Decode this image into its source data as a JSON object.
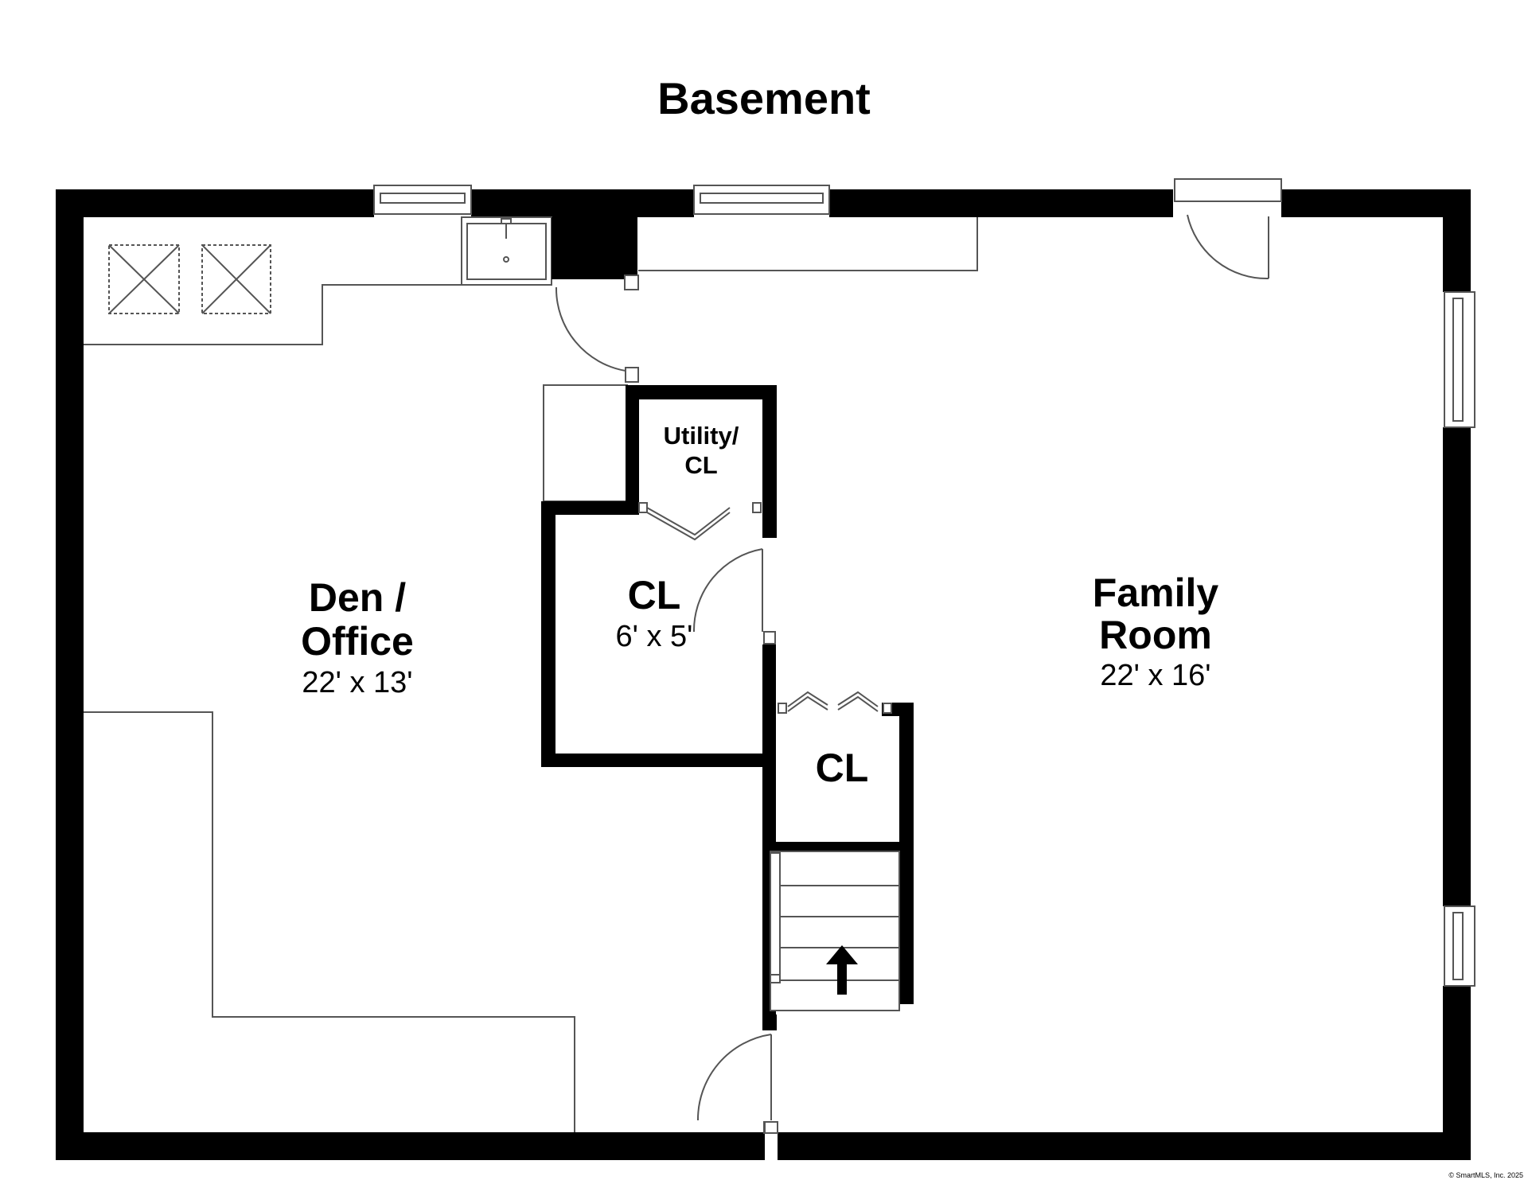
{
  "title": "Basement",
  "rooms": {
    "den": {
      "name1": "Den /",
      "name2": "Office",
      "dims": "22' x 13'"
    },
    "closet_main": {
      "name": "CL",
      "dims": "6' x 5'"
    },
    "family": {
      "name1": "Family",
      "name2": "Room",
      "dims": "22' x 16'"
    },
    "utility": {
      "name1": "Utility/",
      "name2": "CL"
    },
    "closet_small": {
      "name": "CL"
    }
  },
  "copyright": "© SmartMLS, Inc. 2025",
  "colors": {
    "wall": "#000000",
    "fixture": "#555555",
    "background": "#ffffff"
  },
  "icons": [
    "stair-up-arrow-icon",
    "sink-icon",
    "window-icon",
    "door-swing-icon"
  ]
}
